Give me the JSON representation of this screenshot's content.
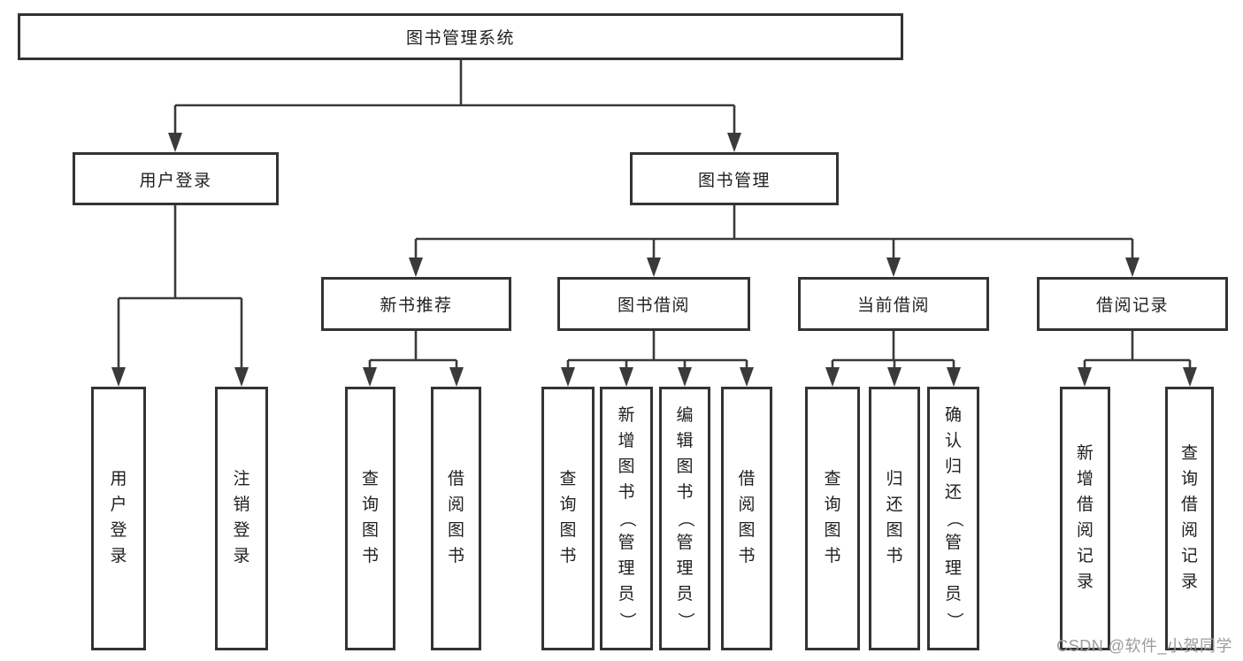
{
  "tree": {
    "root": {
      "label": "图书管理系统"
    },
    "level2": [
      {
        "label": "用户登录",
        "parent": "图书管理系统"
      },
      {
        "label": "图书管理",
        "parent": "图书管理系统"
      }
    ],
    "level3": [
      {
        "label": "新书推荐",
        "parent": "图书管理"
      },
      {
        "label": "图书借阅",
        "parent": "图书管理"
      },
      {
        "label": "当前借阅",
        "parent": "图书管理"
      },
      {
        "label": "借阅记录",
        "parent": "图书管理"
      }
    ],
    "leaves": [
      {
        "label": "用户登录",
        "parent": "用户登录"
      },
      {
        "label": "注销登录",
        "parent": "用户登录"
      },
      {
        "label": "查询图书",
        "parent": "新书推荐"
      },
      {
        "label": "借阅图书",
        "parent": "新书推荐"
      },
      {
        "label": "查询图书",
        "parent": "图书借阅"
      },
      {
        "label": "新增图书（管理员）",
        "parent": "图书借阅"
      },
      {
        "label": "编辑图书（管理员）",
        "parent": "图书借阅"
      },
      {
        "label": "借阅图书",
        "parent": "图书借阅"
      },
      {
        "label": "查询图书",
        "parent": "当前借阅"
      },
      {
        "label": "归还图书",
        "parent": "当前借阅"
      },
      {
        "label": "确认归还（管理员）",
        "parent": "当前借阅"
      },
      {
        "label": "新增借阅记录",
        "parent": "借阅记录"
      },
      {
        "label": "查询借阅记录",
        "parent": "借阅记录"
      }
    ]
  },
  "watermark": {
    "text": "CSDN @软件_小贺同学"
  },
  "colors": {
    "line": "#3a3a3a",
    "box_border": "#333333",
    "text": "#1f1f1f",
    "background": "#ffffff",
    "watermark": "#9c9ca0"
  }
}
